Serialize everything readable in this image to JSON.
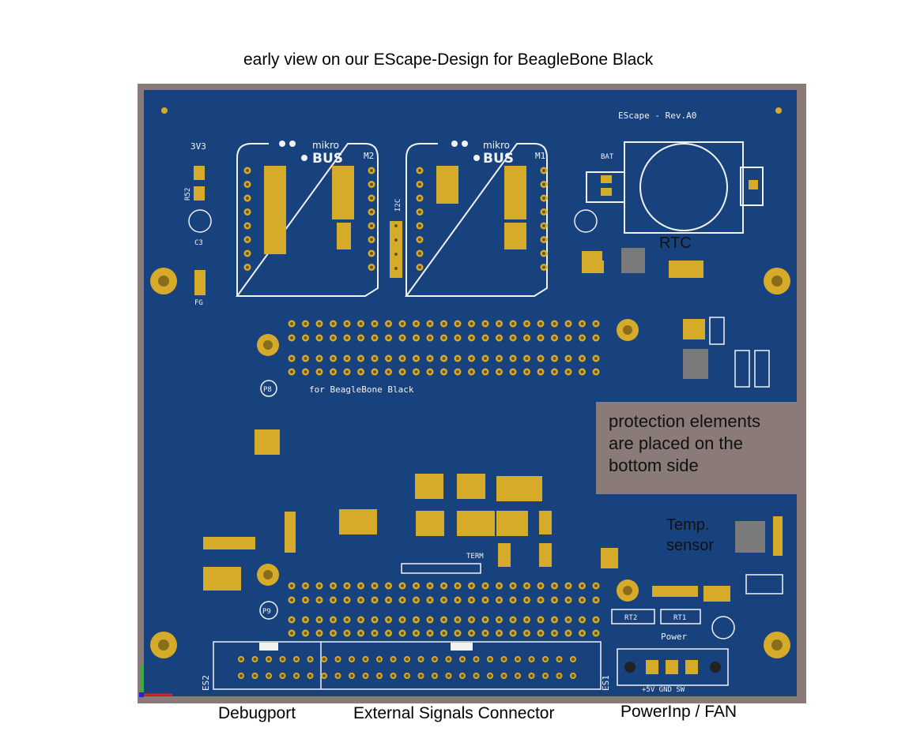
{
  "title": "early view on our EScape-Design for BeagleBone Black",
  "captions": {
    "debugport": "Debugport",
    "external": "External Signals Connector",
    "power": "PowerInp / FAN"
  },
  "annotation": "protection elements\nare placed on the\nbottom side",
  "callouts": {
    "rtc": "RTC",
    "temp": "Temp.\nsensor"
  },
  "board": {
    "rev": "EScape - Rev.A0",
    "p8_label": "for BeagleBone Black",
    "p8": "P8",
    "p9": "P9",
    "mikro": "mikro",
    "bus": "BUS",
    "m1": "M1",
    "m2": "M2",
    "es1": "ES1",
    "es2": "ES2",
    "term": "TERM",
    "power_lbl": "Power",
    "pwr_pins": "+5V GND SW",
    "i2c": "I2C",
    "bat": "BAT",
    "v33": "3V3",
    "fg": "FG",
    "c3": "C3",
    "r52": "R52"
  },
  "colors": {
    "pcb": "#18427e",
    "pad": "#d6ab2a",
    "silk": "#f2f2f2",
    "frame": "#8a7b78"
  }
}
